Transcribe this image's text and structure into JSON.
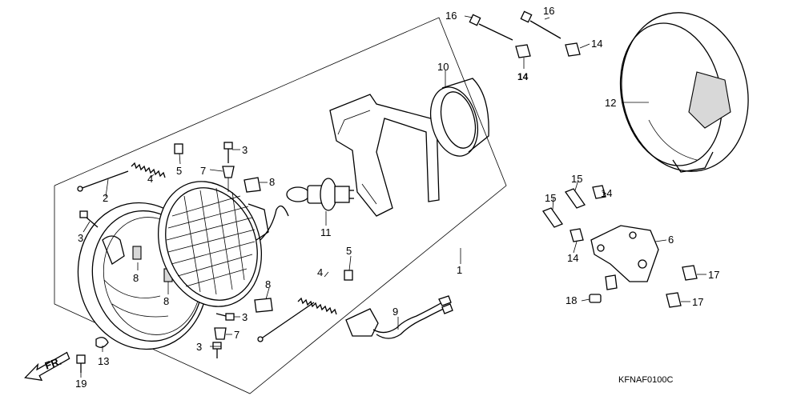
{
  "diagram": {
    "code": "KFNAF0100C",
    "direction_label": "FR.",
    "callouts": {
      "c1": "1",
      "c2": "2",
      "c3a": "3",
      "c3b": "3",
      "c3c": "3",
      "c3d": "3",
      "c4a": "4",
      "c4b": "4",
      "c5a": "5",
      "c5b": "5",
      "c6": "6",
      "c7a": "7",
      "c7b": "7",
      "c8a": "8",
      "c8b": "8",
      "c8c": "8",
      "c8d": "8",
      "c9": "9",
      "c10": "10",
      "c11": "11",
      "c12": "12",
      "c13": "13",
      "c14a": "14",
      "c14b": "14",
      "c14c": "14",
      "c14d": "14",
      "c15a": "15",
      "c15b": "15",
      "c16a": "16",
      "c16b": "16",
      "c17a": "17",
      "c17b": "17",
      "c18": "18",
      "c19": "19"
    }
  }
}
